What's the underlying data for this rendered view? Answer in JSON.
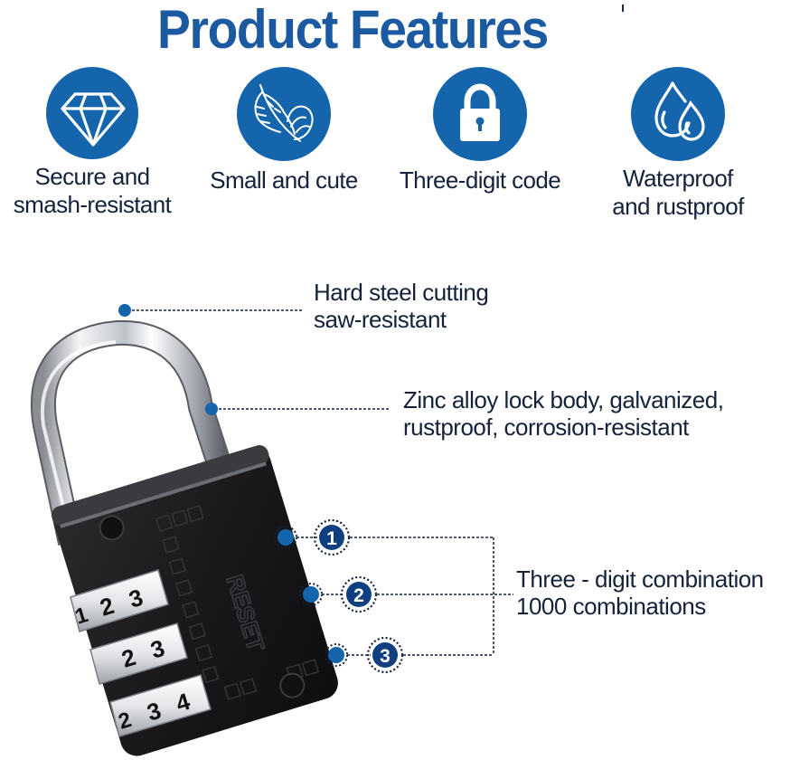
{
  "title": "Product Features",
  "colors": {
    "brand_blue": "#1565ad",
    "title_blue": "#1b5aa0",
    "text_dark": "#14223b",
    "badge_navy": "#0f3f7e",
    "lock_body": "#1b1b1d"
  },
  "features": [
    {
      "icon": "diamond-icon",
      "label_lines": [
        "Secure and",
        "smash-resistant"
      ]
    },
    {
      "icon": "feather-icon",
      "label_lines": [
        "Small and cute"
      ]
    },
    {
      "icon": "padlock-icon",
      "label_lines": [
        "Three-digit code"
      ]
    },
    {
      "icon": "water-drops-icon",
      "label_lines": [
        "Waterproof",
        "and rustproof"
      ]
    }
  ],
  "callouts": {
    "shackle": {
      "lines": [
        "Hard steel cutting",
        "saw-resistant"
      ]
    },
    "body": {
      "lines": [
        "Zinc alloy lock body, galvanized,",
        "rustproof, corrosion-resistant"
      ]
    },
    "dials": {
      "lines": [
        "Three - digit combination",
        "1000 combinations"
      ],
      "badges": [
        "1",
        "2",
        "3"
      ]
    }
  },
  "product": {
    "name": "combination padlock",
    "engraving": "RESET",
    "dials": [
      {
        "visible_digits": [
          "1",
          "2",
          "3"
        ]
      },
      {
        "visible_digits": [
          "2",
          "3"
        ]
      },
      {
        "visible_digits": [
          "2",
          "3",
          "4"
        ]
      }
    ]
  }
}
